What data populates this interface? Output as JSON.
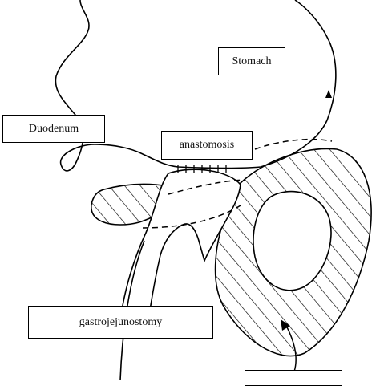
{
  "labels": {
    "stomach": "Stomach",
    "duodenum": "Duodenum",
    "anastomosis": "anastomosis",
    "gastrojejunostomy": "gastrojejunostomy",
    "bottom": ""
  },
  "colors": {
    "stroke": "#000000",
    "background": "#ffffff"
  }
}
